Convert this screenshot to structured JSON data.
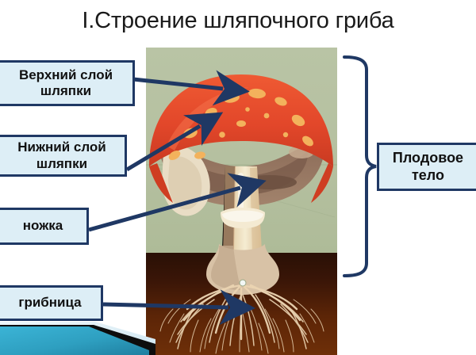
{
  "slide": {
    "title": "I.Строение шляпочного гриба",
    "background_color": "#ffffff"
  },
  "labels": {
    "top_cap_layer": "Верхний слой\nшляпки",
    "top_cap_layer_line1": "Верхний слой",
    "top_cap_layer_line2": "шляпки",
    "bottom_cap_layer_line1": "Нижний слой",
    "bottom_cap_layer_line2": "шляпки",
    "stalk": "ножка",
    "mycelium": "грибница",
    "fruiting_body_line1": "Плодовое",
    "fruiting_body_line2": "тело"
  },
  "colors": {
    "label_fill": "#ddeef6",
    "label_border": "#1f3864",
    "arrow": "#1f3864",
    "cap_red": "#e2472a",
    "cap_spot": "#f3b25c",
    "cap_underside": "#8a6a57",
    "stem_cream": "#f0e3c4",
    "soil_dark": "#2a1006",
    "soil_warm": "#6e2f08",
    "sky_green": "#b7c2a2",
    "mycelium_thread": "#e8cfae",
    "teal_band": "#2e9fc0",
    "title_text": "#1a1a1a"
  },
  "illustration": {
    "name": "capped-mushroom-cross-section",
    "parts": [
      "red cap with cream warts",
      "brown gill underside",
      "cream stalk with ring",
      "bulbous base",
      "white mycelium threads in dark soil"
    ]
  }
}
